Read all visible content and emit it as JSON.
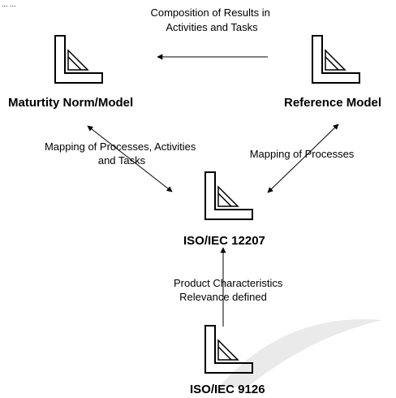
{
  "nodes": {
    "maturity": {
      "label": "Maturtity Norm/Model"
    },
    "reference": {
      "label": "Reference Model"
    },
    "iso12207": {
      "label": "ISO/IEC 12207"
    },
    "iso9126": {
      "label": "ISO/IEC 9126"
    }
  },
  "edges": {
    "composition": {
      "line1": "Composition of Results in",
      "line2": "Activities and Tasks"
    },
    "mapping_left": {
      "line1": "Mapping of Processes, Activities",
      "line2": "and Tasks"
    },
    "mapping_right": {
      "line1": "Mapping of Processes"
    },
    "product": {
      "line1": "Product Characteristics",
      "line2": "Relevance defined"
    }
  },
  "header_fragment": "... ..."
}
